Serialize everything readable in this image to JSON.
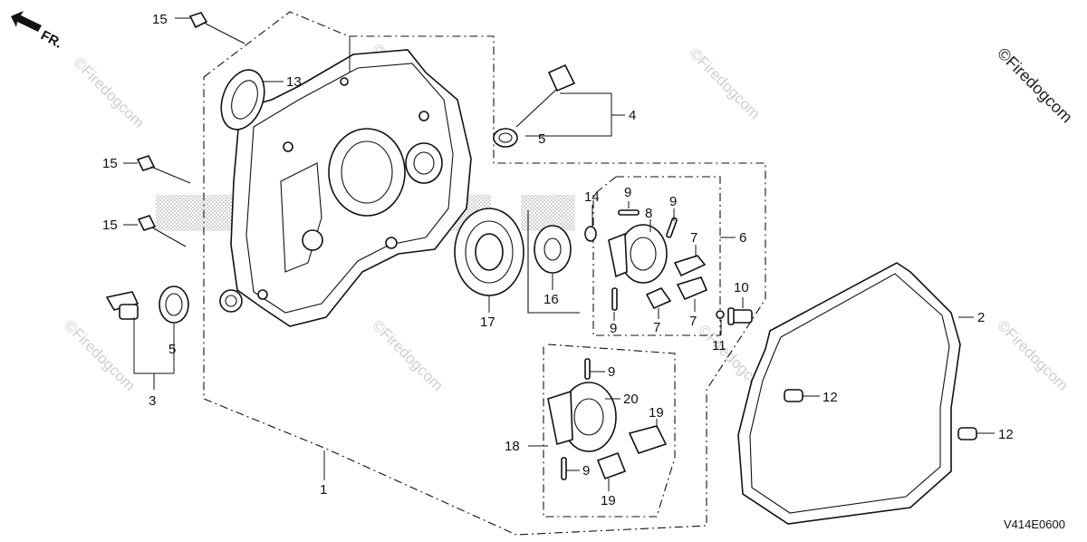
{
  "diagram": {
    "direction_label": "FR.",
    "diagram_code": "V414E0600",
    "watermark": "©Firedogcom",
    "callouts": [
      {
        "id": "c15a",
        "text": "15"
      },
      {
        "id": "c13",
        "text": "13"
      },
      {
        "id": "c4",
        "text": "4"
      },
      {
        "id": "c5a",
        "text": "5"
      },
      {
        "id": "c15b",
        "text": "15"
      },
      {
        "id": "c15c",
        "text": "15"
      },
      {
        "id": "c14",
        "text": "14"
      },
      {
        "id": "c9a",
        "text": "9"
      },
      {
        "id": "c8",
        "text": "8"
      },
      {
        "id": "c9b",
        "text": "9"
      },
      {
        "id": "c7a",
        "text": "7"
      },
      {
        "id": "c6",
        "text": "6"
      },
      {
        "id": "c7b",
        "text": "7"
      },
      {
        "id": "c7c",
        "text": "7"
      },
      {
        "id": "c9c",
        "text": "9"
      },
      {
        "id": "c16",
        "text": "16"
      },
      {
        "id": "c17",
        "text": "17"
      },
      {
        "id": "c10",
        "text": "10"
      },
      {
        "id": "c11",
        "text": "11"
      },
      {
        "id": "c2",
        "text": "2"
      },
      {
        "id": "c5b",
        "text": "5"
      },
      {
        "id": "c3",
        "text": "3"
      },
      {
        "id": "c9d",
        "text": "9"
      },
      {
        "id": "c20",
        "text": "20"
      },
      {
        "id": "c19a",
        "text": "19"
      },
      {
        "id": "c18",
        "text": "18"
      },
      {
        "id": "c9e",
        "text": "9"
      },
      {
        "id": "c19b",
        "text": "19"
      },
      {
        "id": "c12a",
        "text": "12"
      },
      {
        "id": "c12b",
        "text": "12"
      },
      {
        "id": "c1",
        "text": "1"
      }
    ]
  }
}
